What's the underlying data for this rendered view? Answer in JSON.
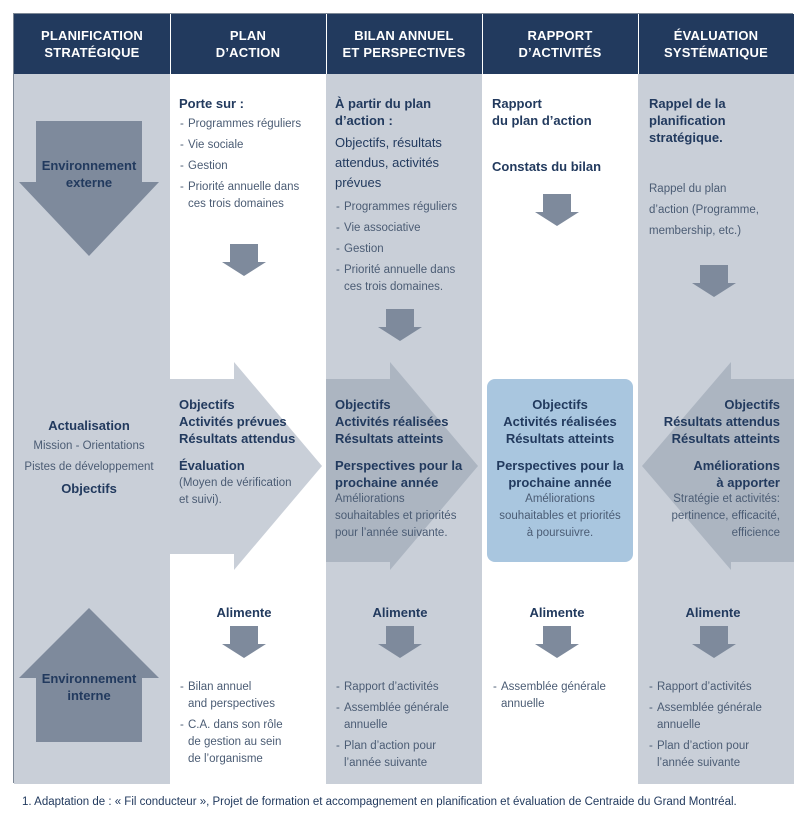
{
  "headers": [
    "PLANIFICATION\nSTRATÉGIQUE",
    "PLAN\nD’ACTION",
    "BILAN ANNUEL\nET PERSPECTIVES",
    "RAPPORT\nD’ACTIVITÉS",
    "ÉVALUATION\nSYSTÉMATIQUE"
  ],
  "col1": {
    "env_externe": "Environnement\nexterne",
    "actualisation": "Actualisation",
    "mission": "Mission - Orientations",
    "pistes": "Pistes de développement",
    "objectifs": "Objectifs",
    "env_interne": "Environnement\ninterne"
  },
  "col2": {
    "porte_sur": "Porte sur :",
    "items": [
      "Programmes réguliers",
      "Vie sociale",
      "Gestion",
      "Priorité annuelle dans\nces trois domaines"
    ],
    "mid_bold": "Objectifs\nActivités prévues\nRésultats attendus",
    "evaluation": "Évaluation",
    "evaluation_detail": "(Moyen de vérification\net suivi).",
    "alimente": "Alimente",
    "bottom_items": [
      "Bilan annuel\nand perspectives",
      "C.A. dans son rôle\nde gestion au sein\nde l’organisme"
    ]
  },
  "col3": {
    "top_bold": "À partir du plan\nd’action :",
    "top_mixed": "Objectifs, résultats\nattendus, activités\nprévues",
    "items": [
      "Programmes réguliers",
      "Vie associative",
      "Gestion",
      "Priorité annuelle dans\nces trois domaines."
    ],
    "mid_bold": "Objectifs\nActivités réalisées\nRésultats atteints",
    "perspectives": "Perspectives pour la\nprochaine année",
    "ameliorations": "Améliorations\nsouhaitables et priorités\npour l’année suivante.",
    "alimente": "Alimente",
    "bottom_items": [
      "Rapport d’activités",
      "Assemblée générale\nannuelle",
      "Plan d’action pour\nl’année suivante"
    ]
  },
  "col4": {
    "top1": "Rapport\ndu plan d’action",
    "top2": "Constats du bilan",
    "mid_bold": "Objectifs\nActivités réalisées\nRésultats atteints",
    "perspectives": "Perspectives pour la\nprochaine année",
    "ameliorations": "Améliorations\nsouhaitables et priorités\nà poursuivre.",
    "alimente": "Alimente",
    "bottom_items": [
      "Assemblée générale\nannuelle"
    ]
  },
  "col5": {
    "top_bold": "Rappel de la\nplanification\nstratégique.",
    "top_reg": "Rappel du plan\nd’action (Programme,\nmembership, etc.)",
    "mid_bold": "Objectifs\nRésultats attendus\nRésultats atteints",
    "ameliorations": "Améliorations\nà apporter",
    "strategie": "Stratégie et activités:\npertinence, efficacité,\nefficience",
    "alimente": "Alimente",
    "bottom_items": [
      "Rapport d’activités",
      "Assemblée générale\nannuelle",
      "Plan d’action pour\nl’année suivante"
    ]
  },
  "footnote": "1. Adaptation de : « Fil conducteur », Projet de formation et accompagnement en planification et évaluation de Centraide du Grand Montréal.",
  "colors": {
    "header": "#223a5e",
    "column_dark": "#c9cfd8",
    "arrow": "#7e8a9c",
    "highlight": "#a9c6df"
  }
}
